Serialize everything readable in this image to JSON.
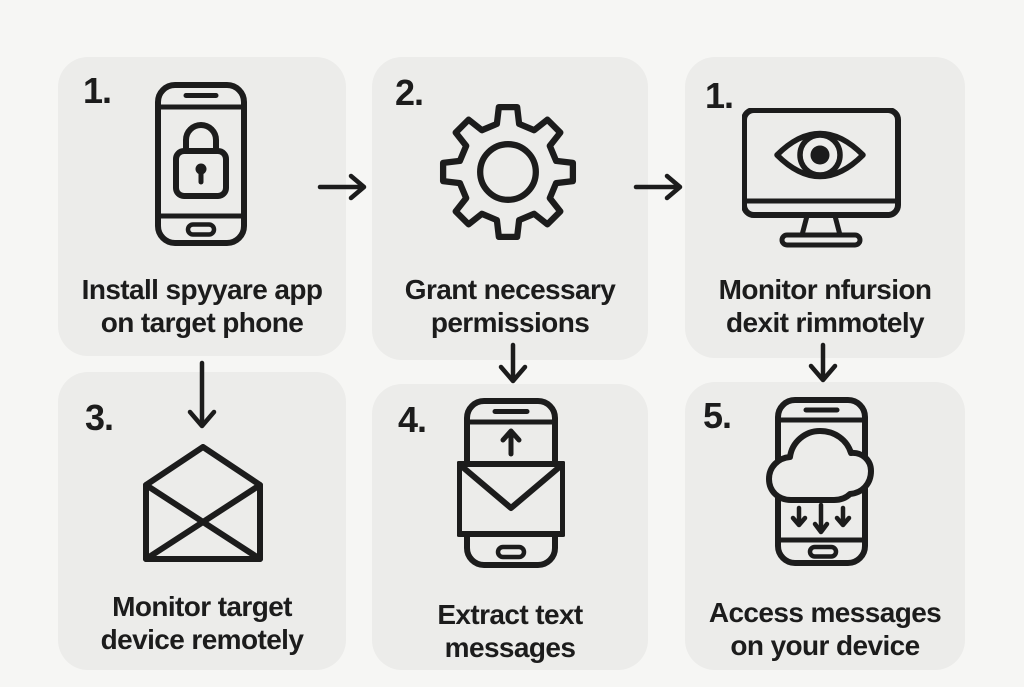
{
  "figure": {
    "background_color": "#f6f6f4",
    "card_color": "#ececea",
    "ink_color": "#1c1c1c"
  },
  "steps": [
    {
      "number": "1.",
      "caption_line1": "Install spyyare app",
      "caption_line2": "on target phone",
      "icon": "phone-lock-icon"
    },
    {
      "number": "2.",
      "caption_line1": "Grant necessary",
      "caption_line2": "permissions",
      "icon": "gear-icon"
    },
    {
      "number": "1.",
      "caption_line1": "Monitor nfursion",
      "caption_line2": "dexit rimmotely",
      "icon": "monitor-eye-icon"
    },
    {
      "number": "3.",
      "caption_line1": "Monitor target",
      "caption_line2": "device remotely",
      "icon": "open-envelope-icon"
    },
    {
      "number": "4.",
      "caption_line1": "Extract text",
      "caption_line2": "messages",
      "icon": "phone-message-upload-icon"
    },
    {
      "number": "5.",
      "caption_line1": "Access messages",
      "caption_line2": "on your device",
      "icon": "phone-cloud-download-icon"
    }
  ],
  "connectors": [
    {
      "name": "arrow-right-1-to-2",
      "direction": "right"
    },
    {
      "name": "arrow-right-2-to-3",
      "direction": "right"
    },
    {
      "name": "arrow-down-1-to-3",
      "direction": "down"
    },
    {
      "name": "arrow-down-2-to-4",
      "direction": "down"
    },
    {
      "name": "arrow-down-3-to-5",
      "direction": "down"
    }
  ]
}
